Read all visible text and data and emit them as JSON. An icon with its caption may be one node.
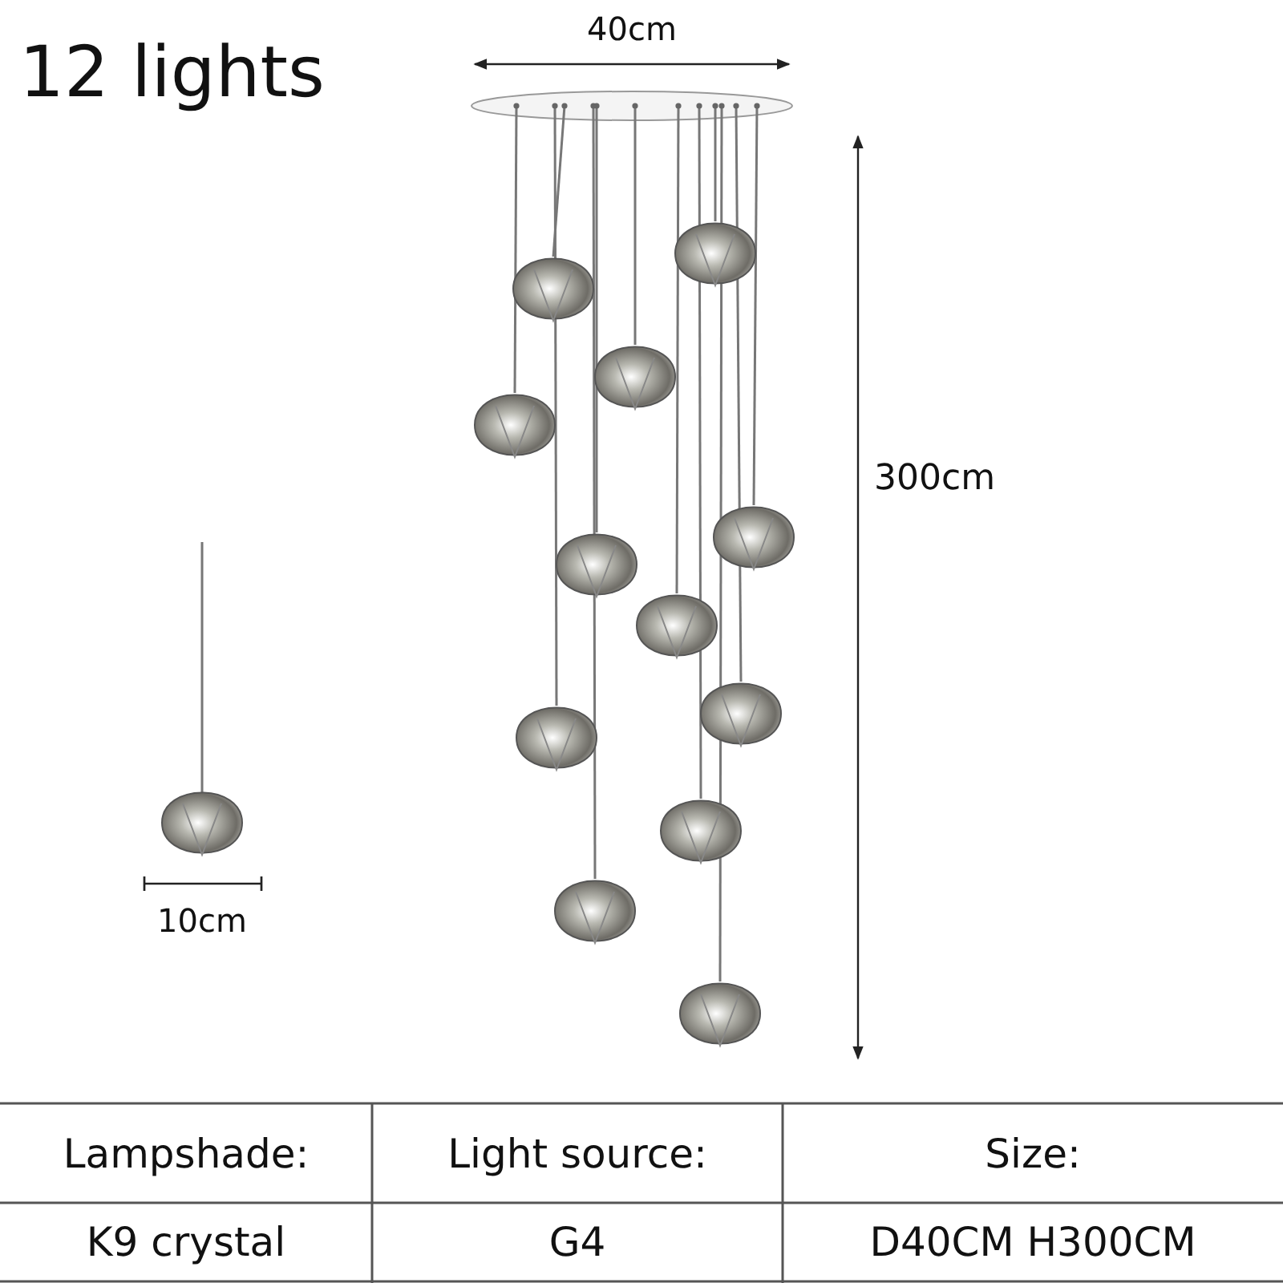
{
  "diagram": {
    "title": "12 lights",
    "labels": [
      "40cm",
      "300cm",
      "10cm",
      "Lampshade:",
      "Light source:",
      "Size:",
      "K9 crystal",
      "G4",
      "D40CM H300CM"
    ]
  }
}
